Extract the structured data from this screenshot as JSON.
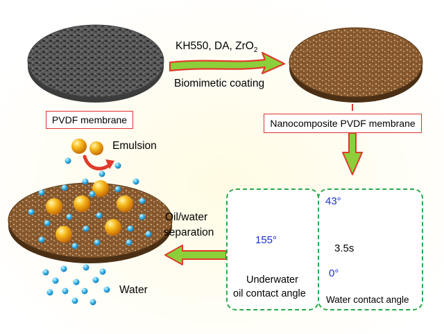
{
  "labels": {
    "reagents_prefix": "KH550, DA, ZrO",
    "reagents_subscript": "2",
    "coating_process": "Biomimetic coating",
    "pvdf_membrane": "PVDF membrane",
    "nanocomposite_membrane": "Nanocomposite PVDF membrane",
    "emulsion": "Emulsion",
    "water": "Water",
    "separation_line1": "Oil/water",
    "separation_line2": "separation",
    "underwater_line1": "Underwater",
    "underwater_line2": "oil contact angle",
    "water_contact_angle": "Water contact angle",
    "time_label": "3.5s",
    "angle_oil": "155°",
    "angle_initial": "43°",
    "angle_final": "0°"
  },
  "colors": {
    "arrow_fill": "#8bcf3a",
    "arrow_outline": "#e23a2a",
    "box_border": "#e03030",
    "panel_border": "#2aa84a",
    "angle_text": "#1a2fd6",
    "water_droplet": "#2fb0e6",
    "oil_droplet": "#f2a20f"
  }
}
